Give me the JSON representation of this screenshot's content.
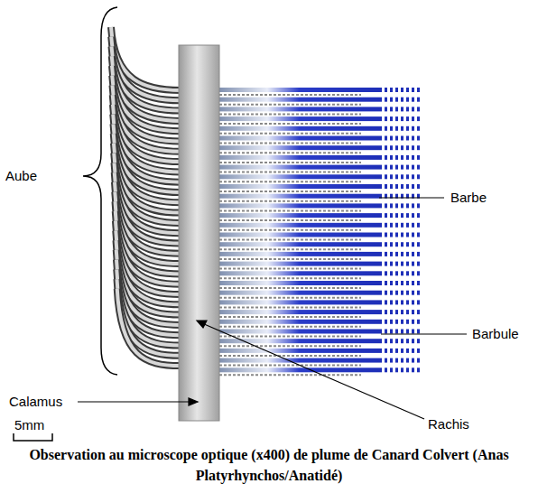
{
  "diagram": {
    "caption": "Observation au  microscope optique (x400) de plume de Canard Colvert (Anas Platyrhynchos/Anatidé)",
    "labels": [
      "Aube",
      "Barbe",
      "Barbule",
      "Calamus",
      "Rachis",
      "5mm"
    ]
  }
}
